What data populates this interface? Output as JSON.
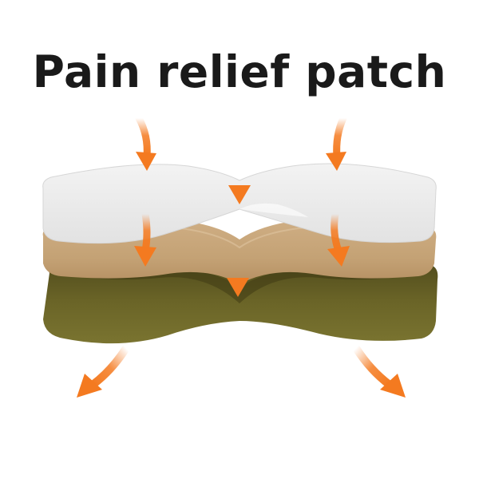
{
  "title": "Pain relief patch",
  "colors": {
    "film": "#e9e9e9",
    "film_edge": "#d8d8d8",
    "gel": "#c7a57a",
    "gel_dark": "#a8855a",
    "base": "#6e6a2a",
    "base_dark": "#4a4418",
    "arrow": "#f47a20"
  },
  "layers": [
    {
      "name": "top-film-layer"
    },
    {
      "name": "middle-gel-layer"
    },
    {
      "name": "bottom-base-layer"
    }
  ],
  "icons": {
    "down_arrow": "arrow-down-icon",
    "out_arrow": "arrow-outward-icon"
  }
}
